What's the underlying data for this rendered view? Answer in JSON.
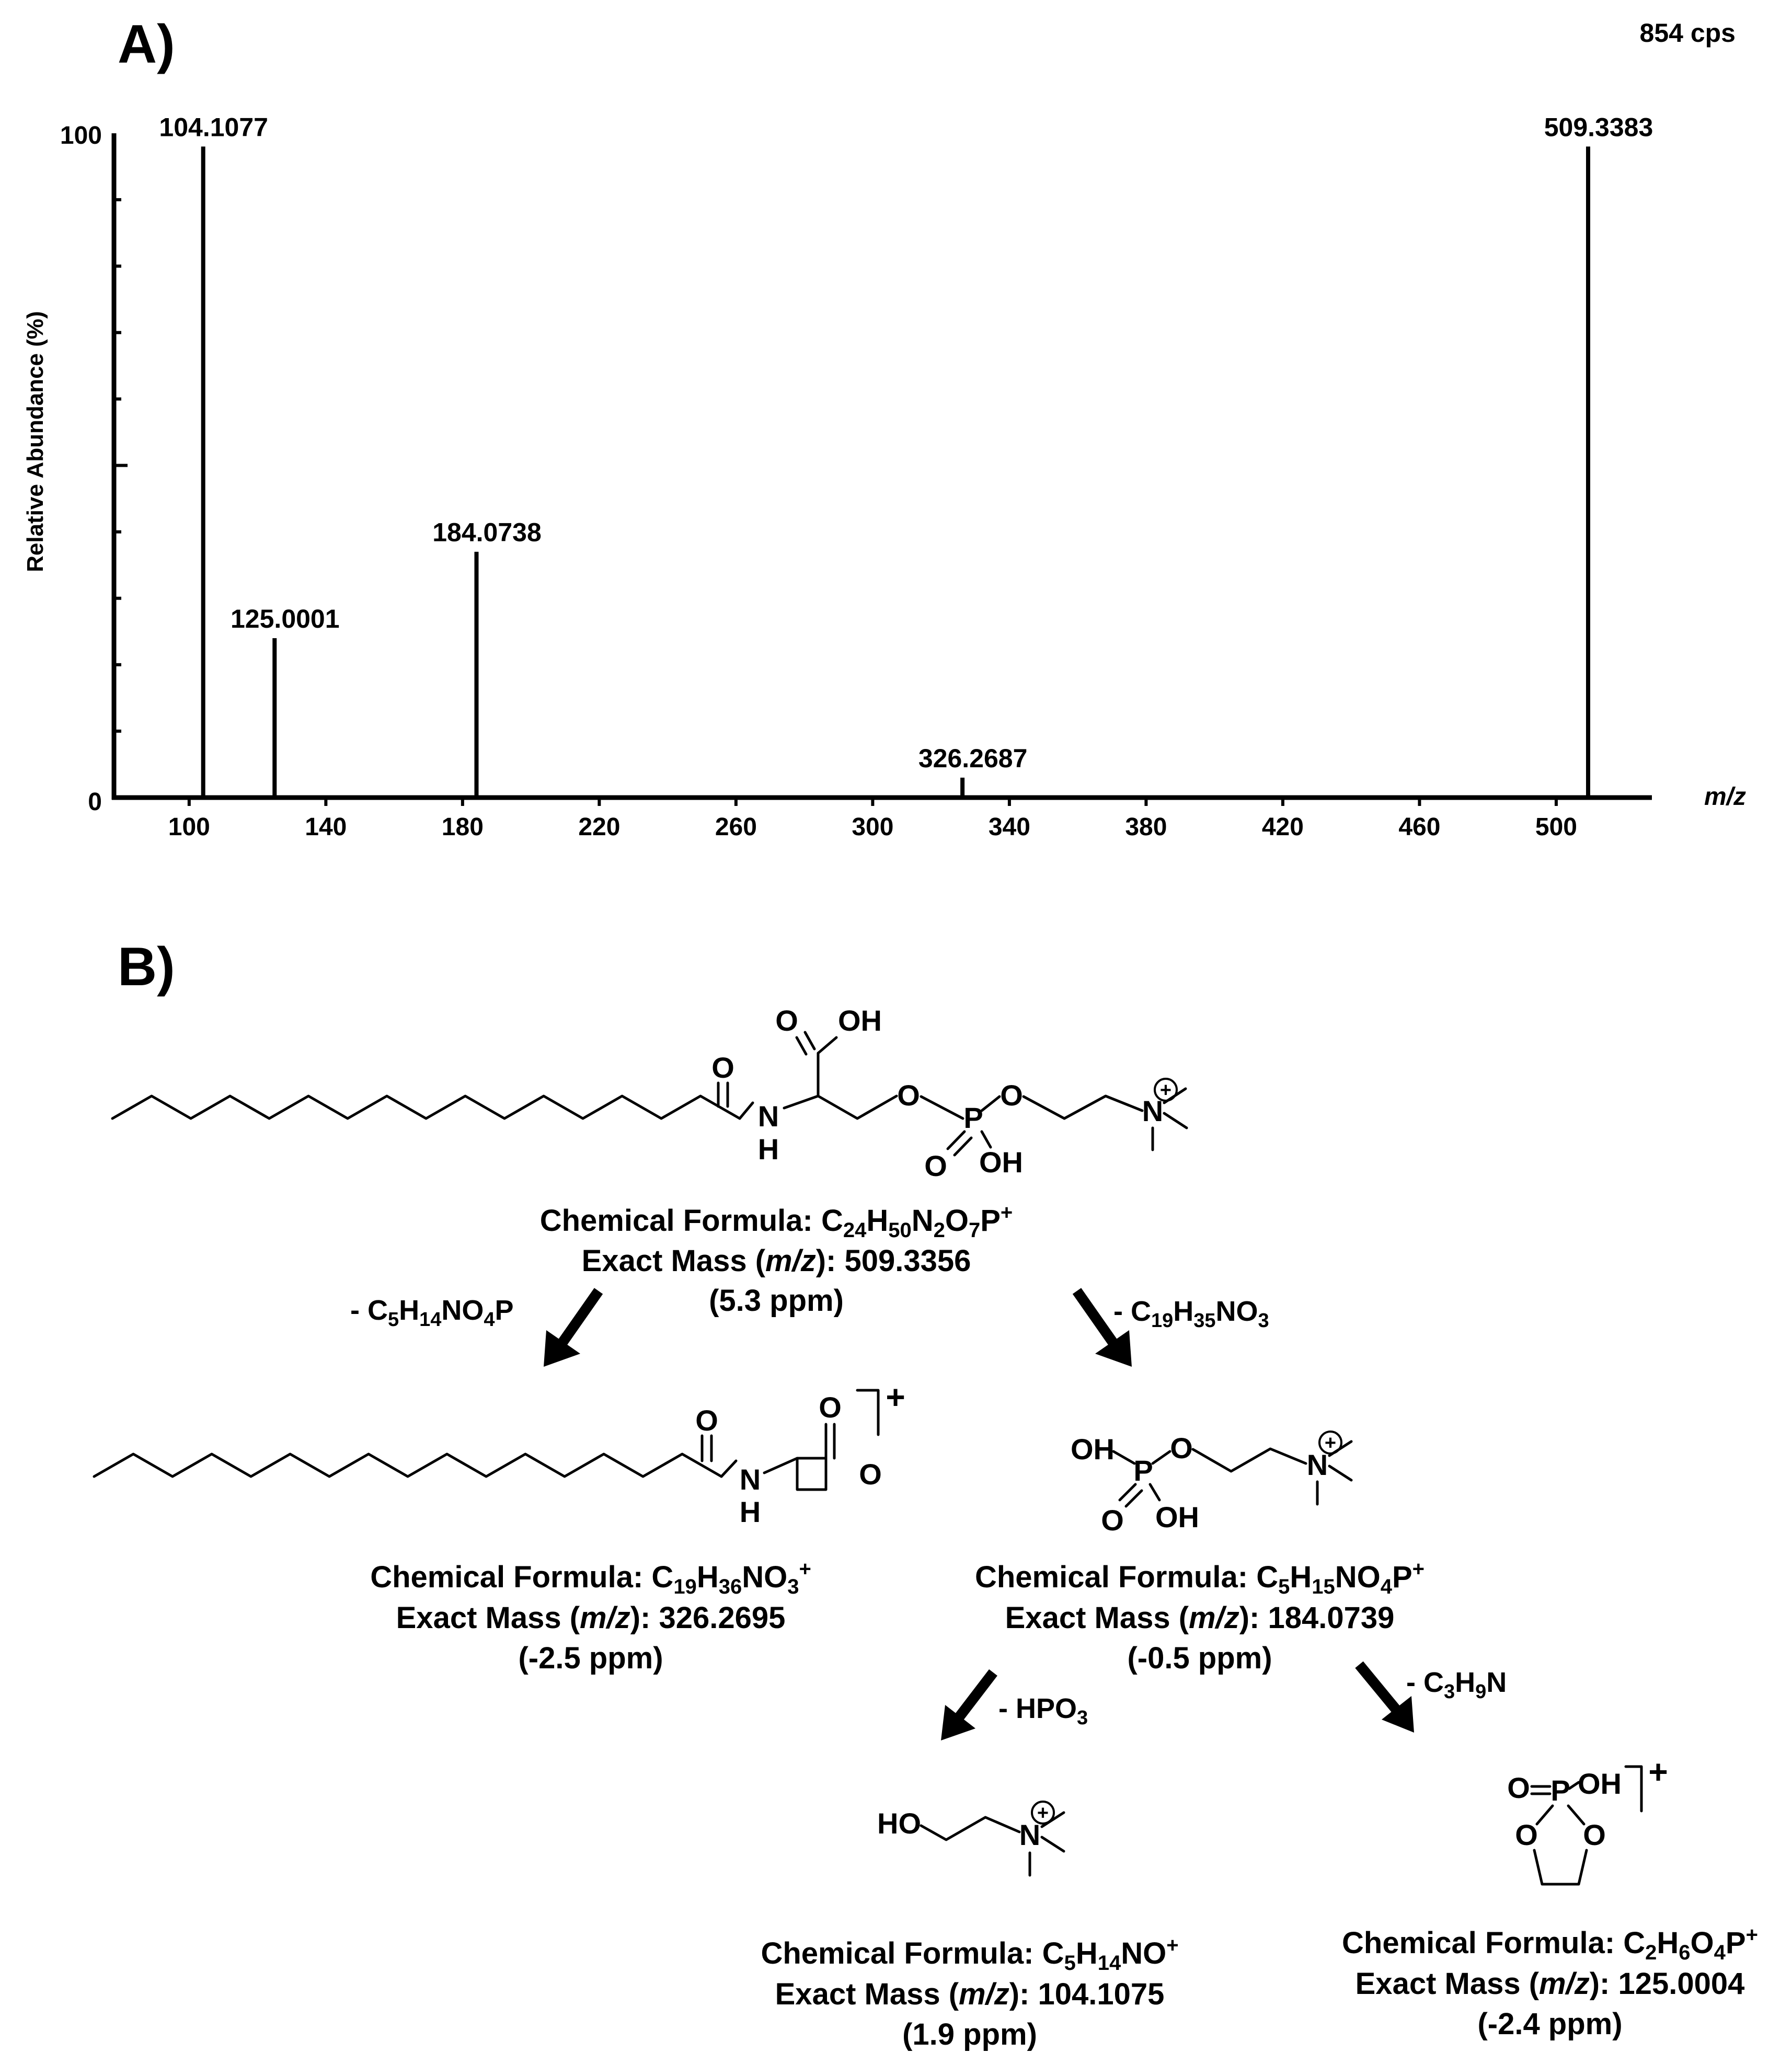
{
  "panel_a_label": "A)",
  "panel_b_label": "B)",
  "intensity": "854 cps",
  "chart_data": {
    "type": "bar",
    "xlabel": "m/z",
    "ylabel": "Relative Abundance (%)",
    "xlim": [
      78,
      528
    ],
    "ylim": [
      0,
      100
    ],
    "x_ticks": [
      "100",
      "140",
      "180",
      "220",
      "260",
      "300",
      "340",
      "380",
      "420",
      "460",
      "500"
    ],
    "y_ticks": [
      "0",
      "100"
    ],
    "peaks": [
      {
        "mz": 104.1077,
        "abundance": 98,
        "label": "104.1077"
      },
      {
        "mz": 125.0001,
        "abundance": 24,
        "label": "125.0001"
      },
      {
        "mz": 184.0738,
        "abundance": 37,
        "label": "184.0738"
      },
      {
        "mz": 326.2687,
        "abundance": 3,
        "label": "326.2687"
      },
      {
        "mz": 509.3383,
        "abundance": 98,
        "label": "509.3383"
      }
    ]
  },
  "fragments": {
    "parent": {
      "formula_label": "Chemical Formula: ",
      "formula": "C24H50N2O7P+",
      "mass_label": "Exact Mass (",
      "mass_unit": "m/z",
      "mass_value": "): 509.3356",
      "ppm": "(5.3 ppm)"
    },
    "f326": {
      "formula_label": "Chemical Formula: ",
      "formula": "C19H36NO3+",
      "mass_label": "Exact Mass (",
      "mass_unit": "m/z",
      "mass_value": "): 326.2695",
      "ppm": "(-2.5 ppm)"
    },
    "f184": {
      "formula_label": "Chemical Formula: ",
      "formula": "C5H15NO4P+",
      "mass_label": "Exact Mass (",
      "mass_unit": "m/z",
      "mass_value": "): 184.0739",
      "ppm": "(-0.5 ppm)"
    },
    "f104": {
      "formula_label": "Chemical Formula: ",
      "formula": "C5H14NO+",
      "mass_label": "Exact Mass (",
      "mass_unit": "m/z",
      "mass_value": "): 104.1075",
      "ppm": "(1.9 ppm)"
    },
    "f125": {
      "formula_label": "Chemical Formula: ",
      "formula": "C2H6O4P+",
      "mass_label": "Exact Mass (",
      "mass_unit": "m/z",
      "mass_value": "): 125.0004",
      "ppm": "(-2.4 ppm)"
    }
  },
  "losses": {
    "to326": "- C5H14NO4P",
    "to184": "- C19H35NO3",
    "to104": "- HPO3",
    "to125": "- C3H9N"
  },
  "atoms": {
    "O": "O",
    "OH": "OH",
    "HO": "HO",
    "N": "N",
    "H": "H",
    "P": "P",
    "plus": "+",
    "charge": "+"
  }
}
